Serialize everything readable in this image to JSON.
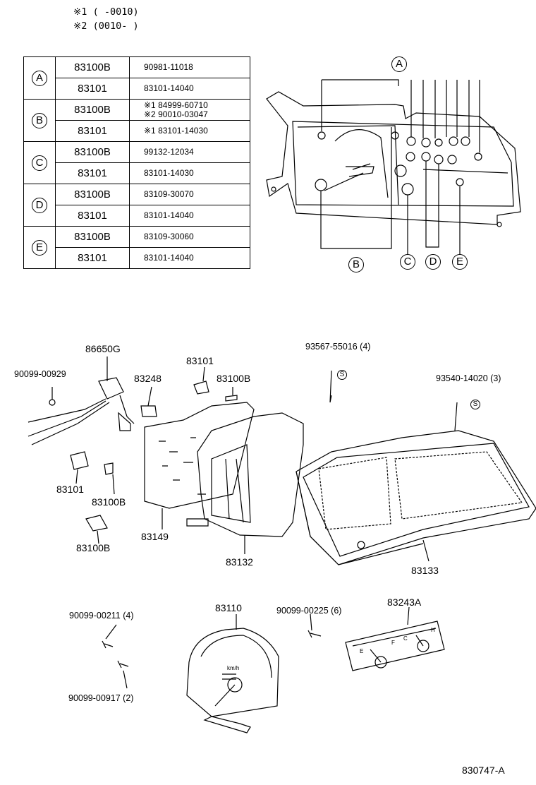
{
  "legend": {
    "note1": "※1 (        -0010)",
    "note2": "※2 (0010-        )"
  },
  "table": {
    "rows": [
      {
        "group": "A",
        "rows": [
          [
            "83100B",
            "90981-11018"
          ],
          [
            "83101",
            "83101-14040"
          ]
        ]
      },
      {
        "group": "B",
        "rows": [
          [
            "83100B",
            "※1 84999-60710\n※2 90010-03047"
          ],
          [
            "83101",
            "※1 83101-14030"
          ]
        ]
      },
      {
        "group": "C",
        "rows": [
          [
            "83100B",
            "99132-12034"
          ],
          [
            "83101",
            "83101-14030"
          ]
        ]
      },
      {
        "group": "D",
        "rows": [
          [
            "83100B",
            "83109-30070"
          ],
          [
            "83101",
            "83101-14040"
          ]
        ]
      },
      {
        "group": "E",
        "rows": [
          [
            "83100B",
            "83109-30060"
          ],
          [
            "83101",
            "83101-14040"
          ]
        ]
      }
    ]
  },
  "locator": {
    "labels": [
      "A",
      "B",
      "C",
      "D",
      "E"
    ]
  },
  "parts": {
    "p86650G": "86650G",
    "p90099_00929": "90099-00929",
    "p83248": "83248",
    "p83101_top": "83101",
    "p83100B_top": "83100B",
    "p93567": "93567-55016 (4)",
    "p93540": "93540-14020 (3)",
    "p83101_left": "83101",
    "p83100B_mid": "83100B",
    "p83100B_low": "83100B",
    "p83149": "83149",
    "p83132": "83132",
    "p83133": "83133",
    "p83110": "83110",
    "p90099_00211": "90099-00211 (4)",
    "p90099_00225": "90099-00225 (6)",
    "p83243A": "83243A",
    "p90099_00917": "90099-00917 (2)",
    "s_mark": "S",
    "speed_unit": "km/h",
    "fuel_e": "E",
    "fuel_f": "F",
    "temp_c": "C",
    "temp_h": "H"
  },
  "figure_id": "830747-A"
}
